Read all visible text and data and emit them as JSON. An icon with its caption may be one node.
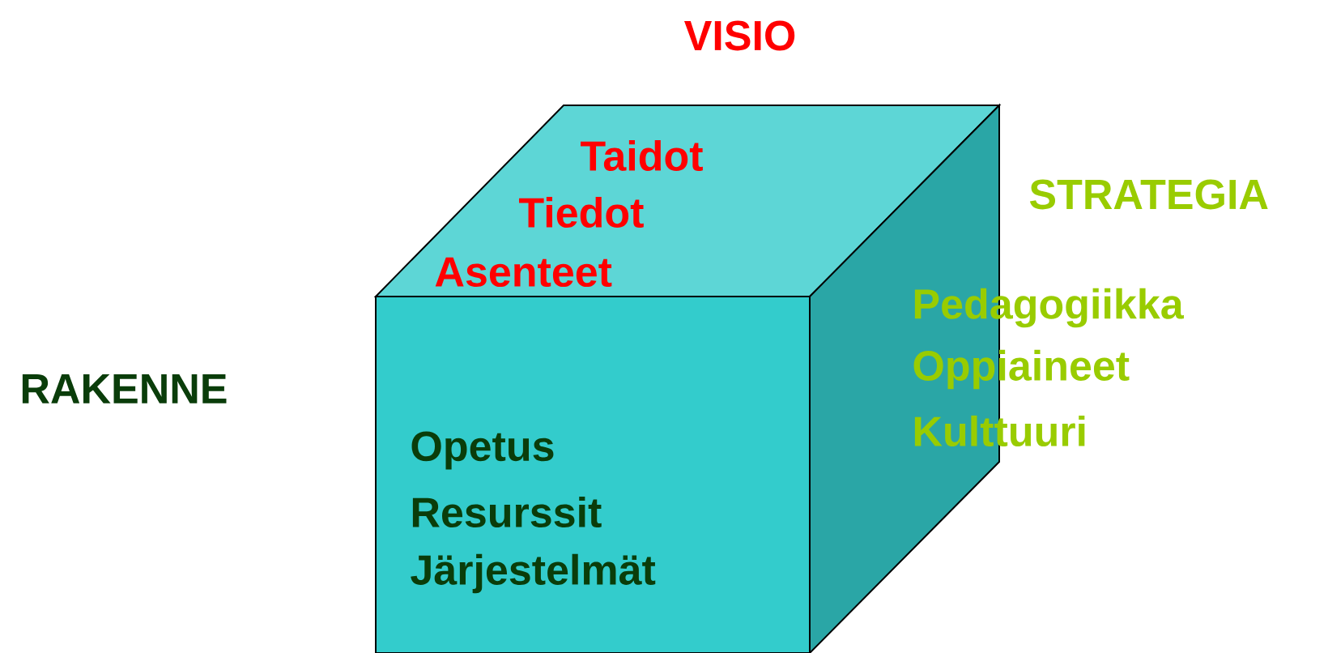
{
  "diagram": {
    "nodes": [
      {
        "text": [
          "Taidot",
          "Tiedot",
          "Asenteet"
        ]
      },
      {
        "text": [
          "Opetus",
          "Resurssit",
          "Järjestelmät"
        ]
      },
      {
        "text": [
          "Pedagogiikka",
          "Oppiaineet",
          "Kulttuuri"
        ]
      }
    ],
    "labels": [
      "VISIO",
      "STRATEGIA",
      "RAKENNE"
    ]
  }
}
